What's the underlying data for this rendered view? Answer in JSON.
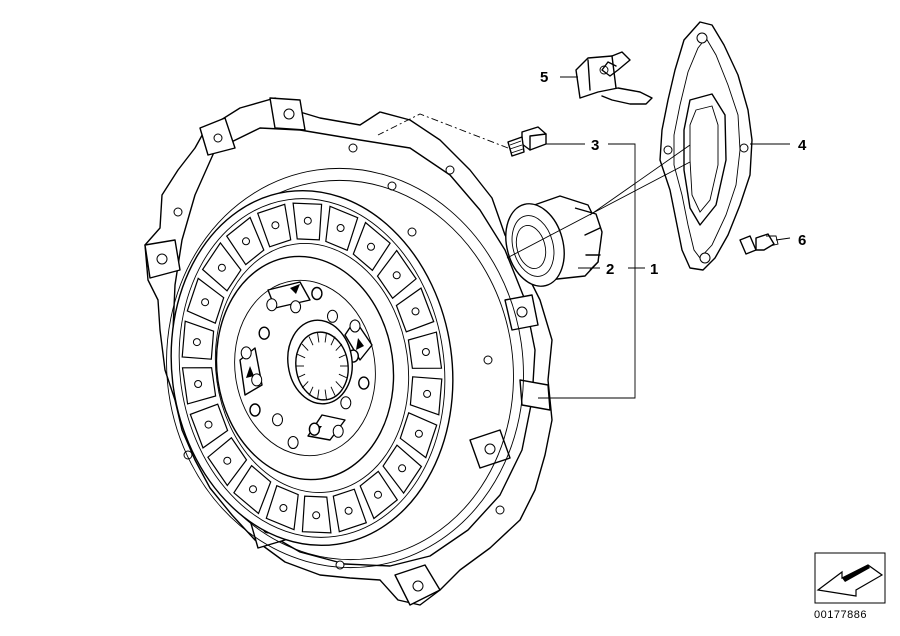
{
  "diagram": {
    "callouts": [
      {
        "id": "c1",
        "label": "1"
      },
      {
        "id": "c2",
        "label": "2"
      },
      {
        "id": "c3",
        "label": "3"
      },
      {
        "id": "c4",
        "label": "4"
      },
      {
        "id": "c5",
        "label": "5"
      },
      {
        "id": "c6",
        "label": "6"
      }
    ],
    "document_number": "00177886",
    "icons": {
      "corner_badge": "drawing-reference-arrow-icon"
    }
  }
}
